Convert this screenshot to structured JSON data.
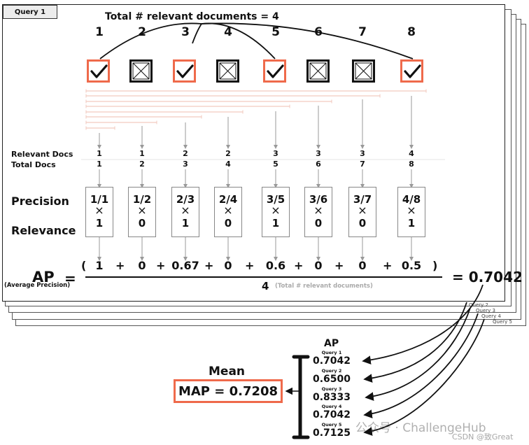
{
  "query_tab": "Query 1",
  "stack_labels": [
    "Query 2",
    "Query 3",
    "Query 4",
    "Query 5"
  ],
  "title": "Total # relevant documents = 4",
  "colors": {
    "relevant": "#ef6a4b",
    "non_relevant": "#111111",
    "range_line": "#f2c9bf",
    "arrow": "#999999"
  },
  "documents": [
    {
      "rank": "1",
      "relevant": true,
      "icon": "checkmark-icon"
    },
    {
      "rank": "2",
      "relevant": false,
      "icon": "cross-icon"
    },
    {
      "rank": "3",
      "relevant": true,
      "icon": "checkmark-icon"
    },
    {
      "rank": "4",
      "relevant": false,
      "icon": "cross-icon"
    },
    {
      "rank": "5",
      "relevant": true,
      "icon": "checkmark-icon"
    },
    {
      "rank": "6",
      "relevant": false,
      "icon": "cross-icon"
    },
    {
      "rank": "7",
      "relevant": false,
      "icon": "cross-icon"
    },
    {
      "rank": "8",
      "relevant": true,
      "icon": "checkmark-icon"
    }
  ],
  "row_labels": {
    "relevant_docs": "Relevant Docs",
    "total_docs": "Total Docs",
    "precision": "Precision",
    "relevance": "Relevance"
  },
  "relevant_docs": [
    "1",
    "1",
    "2",
    "2",
    "3",
    "3",
    "3",
    "4"
  ],
  "total_docs": [
    "1",
    "2",
    "3",
    "4",
    "5",
    "6",
    "7",
    "8"
  ],
  "precision": [
    "1/1",
    "1/2",
    "2/3",
    "2/4",
    "3/5",
    "3/6",
    "3/7",
    "4/8"
  ],
  "times_symbol": "×",
  "relevance": [
    "1",
    "0",
    "1",
    "0",
    "1",
    "0",
    "0",
    "1"
  ],
  "formula": {
    "ap_label": "AP",
    "equals": "=",
    "ap_sublabel": "(Average Precision)",
    "open_paren": "(",
    "close_paren": ")",
    "plus": "+",
    "terms": [
      "1",
      "0",
      "0.67",
      "0",
      "0.6",
      "0",
      "0",
      "0.5"
    ],
    "denominator": "4",
    "denominator_note": "(Total # relevant documents)",
    "result": "= 0.7042"
  },
  "ap_column": {
    "title": "AP",
    "items": [
      {
        "query": "Query 1",
        "value": "0.7042"
      },
      {
        "query": "Query 2",
        "value": "0.6500"
      },
      {
        "query": "Query 3",
        "value": "0.8333"
      },
      {
        "query": "Query 4",
        "value": "0.7042"
      },
      {
        "query": "Query 5",
        "value": "0.7125"
      }
    ]
  },
  "mean_label": "Mean",
  "map_result": "MAP = 0.7208",
  "watermark": "公众号 · ChallengeHub",
  "watermark2": "CSDN @致Great"
}
